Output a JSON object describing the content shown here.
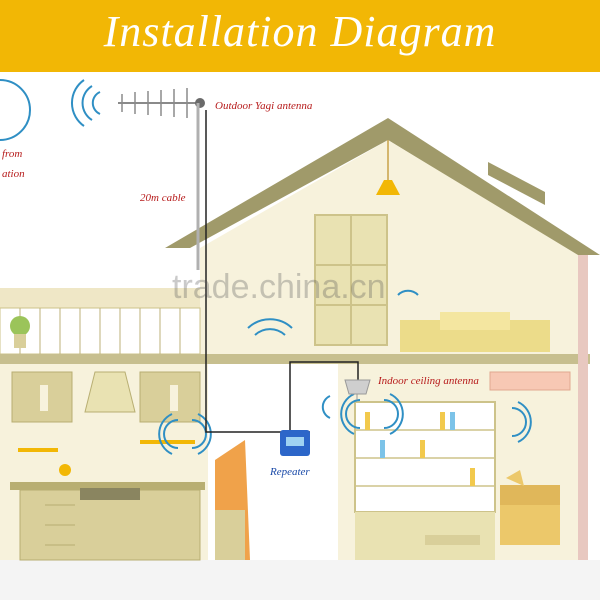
{
  "header": {
    "title": "Installation Diagram"
  },
  "labels": {
    "outdoor_antenna": "Outdoor Yagi antenna",
    "cable": "20m cable",
    "indoor_antenna": "Indoor ceiling antenna",
    "repeater": "Repeater",
    "signal_from_1": "from",
    "signal_from_2": "ation"
  },
  "watermark": "trade.china.cn",
  "colors": {
    "banner": "#f2b705",
    "house_roof": "#a09a6a",
    "wall": "#f7f2dc",
    "cabinet": "#d9cf9a",
    "signal": "#2f8fc4",
    "repeater": "#2c66c9",
    "label_red": "#b71c1c"
  },
  "icons": [
    "yagi-antenna-icon",
    "ceiling-antenna-icon",
    "repeater-device-icon",
    "wifi-signal-icon",
    "lamp-icon",
    "sofa-icon",
    "plant-icon"
  ]
}
